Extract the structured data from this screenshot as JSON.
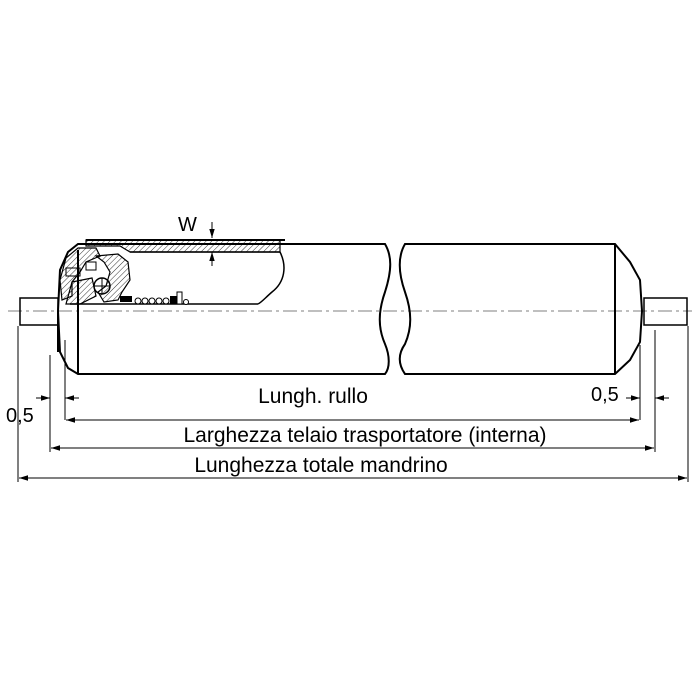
{
  "labels": {
    "wall_thickness": "W",
    "roller_length": "Lungh. rullo",
    "clearance_left": "0,5",
    "clearance_right": "0,5",
    "frame_width": "Larghezza telaio trasportatore (interna)",
    "total_shaft_length": "Lunghezza totale mandrino"
  },
  "colors": {
    "line": "#000000",
    "hatch": "#000000",
    "centerline": "#555555",
    "background": "#ffffff"
  }
}
